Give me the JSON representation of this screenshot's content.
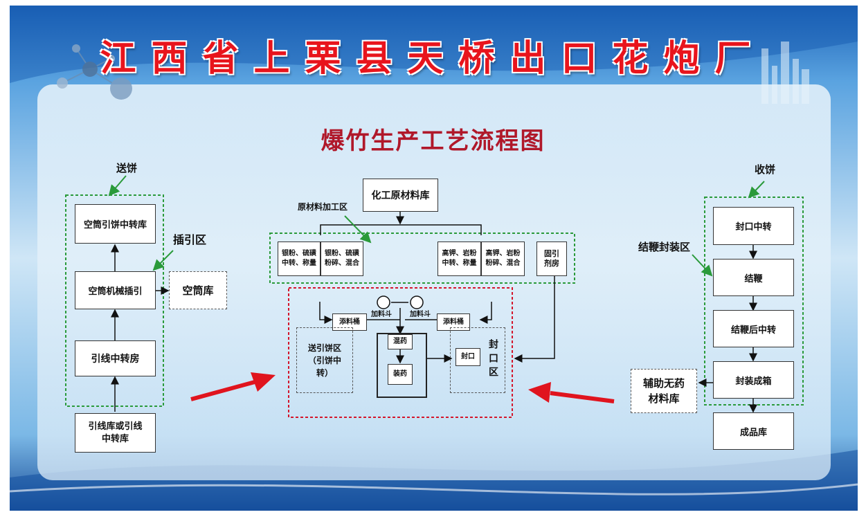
{
  "header": {
    "factory_name": "江西省上栗县天桥出口花炮厂",
    "diagram_title": "爆竹生产工艺流程图"
  },
  "left": {
    "label_song_bing": "送饼",
    "label_cha_yin_qu": "插引区",
    "kongtong_yinbing": "空筒引饼中转库",
    "kongtong_jixie": "空筒机械插引",
    "kongtong_ku": "空筒库",
    "yinxian_zhuan": "引线中转房",
    "yinxian_ku": "引线库或引线中转库"
  },
  "center": {
    "label_yuancailiao_qu": "原材料加工区",
    "huagong_ku": "化工原材料库",
    "box1": "银粉、硫磺中转、称量",
    "box2": "银粉、硫磺粉碎、混合",
    "box3": "高钾、岩粉中转、称量",
    "box4": "高钾、岩粉粉碎、混合",
    "box5": "固引剂房",
    "tianliao_left": "添料桶",
    "tianliao_right": "添料桶",
    "jialiaodou_left": "加料斗",
    "jialiaodou_right": "加料斗",
    "songyin_qu": "送引饼区（引饼中转）",
    "hunyao": "混药",
    "zhuangyao": "装药",
    "fengkou": "封口",
    "fengkou_qu": "封口区"
  },
  "right": {
    "label_shou_bing": "收饼",
    "label_jiebian_qu": "结鞭封装区",
    "fengkou_zhuan": "封口中转",
    "jiebian": "结鞭",
    "jiebian_hou": "结鞭后中转",
    "fengzhuang": "封装成箱",
    "fuzhu": "辅助无药材料库",
    "chengpin": "成品库"
  },
  "colors": {
    "title_red": "#e8141c",
    "subtitle_red": "#b0182a",
    "zone_green": "#2a9a3a",
    "zone_red": "#d4142a",
    "arrow_red": "#e0141e"
  }
}
